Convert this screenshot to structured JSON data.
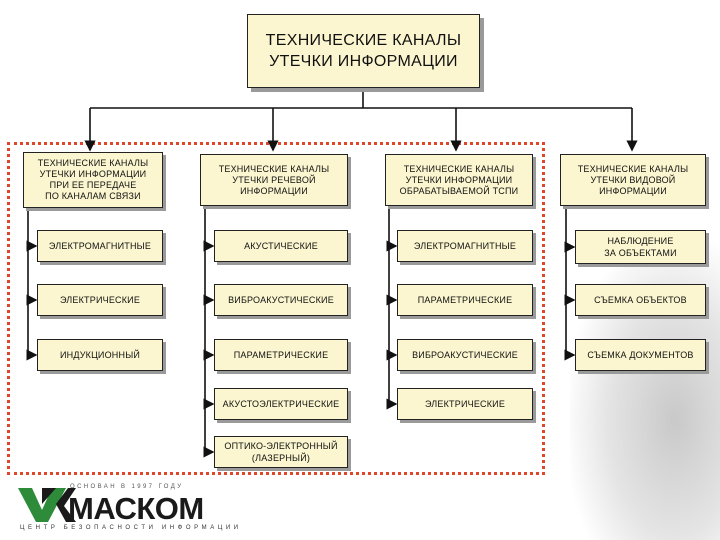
{
  "root": {
    "label": "ТЕХНИЧЕСКИЕ КАНАЛЫ\nУТЕЧКИ ИНФОРМАЦИИ"
  },
  "columns": [
    {
      "header": "ТЕХНИЧЕСКИЕ КАНАЛЫ\nУТЕЧКИ ИНФОРМАЦИИ\nПРИ ЕЕ ПЕРЕДАЧЕ\nПО КАНАЛАМ СВЯЗИ",
      "items": [
        "ЭЛЕКТРОМАГНИТНЫЕ",
        "ЭЛЕКТРИЧЕСКИЕ",
        "ИНДУКЦИОННЫЙ"
      ]
    },
    {
      "header": "ТЕХНИЧЕСКИЕ КАНАЛЫ\nУТЕЧКИ РЕЧЕВОЙ\nИНФОРМАЦИИ",
      "items": [
        "АКУСТИЧЕСКИЕ",
        "ВИБРОАКУСТИЧЕСКИЕ",
        "ПАРАМЕТРИЧЕСКИЕ",
        "АКУСТОЭЛЕКТРИЧЕСКИЕ",
        "ОПТИКО-ЭЛЕКТРОННЫЙ\n(ЛАЗЕРНЫЙ)"
      ]
    },
    {
      "header": "ТЕХНИЧЕСКИЕ КАНАЛЫ\nУТЕЧКИ ИНФОРМАЦИИ\nОБРАБАТЫВАЕМОЙ ТСПИ",
      "items": [
        "ЭЛЕКТРОМАГНИТНЫЕ",
        "ПАРАМЕТРИЧЕСКИЕ",
        "ВИБРОАКУСТИЧЕСКИЕ",
        "ЭЛЕКТРИЧЕСКИЕ"
      ]
    },
    {
      "header": "ТЕХНИЧЕСКИЕ КАНАЛЫ\nУТЕЧКИ ВИДОВОЙ\nИНФОРМАЦИИ",
      "items": [
        "НАБЛЮДЕНИЕ\nЗА ОБЪЕКТАМИ",
        "СЪЕМКА ОБЪЕКТОВ",
        "СЪЕМКА ДОКУМЕНТОВ"
      ]
    }
  ],
  "logo": {
    "wordmark": "МАСКОМ",
    "tagline": "ОСНОВАН В 1997 ГОДУ",
    "subtitle": "ЦЕНТР БЕЗОПАСНОСТИ ИНФОРМАЦИИ"
  },
  "colors": {
    "box_fill": "#fbf6cf",
    "frame_dots": "#e0462a",
    "logo_green": "#2e8b3a"
  }
}
